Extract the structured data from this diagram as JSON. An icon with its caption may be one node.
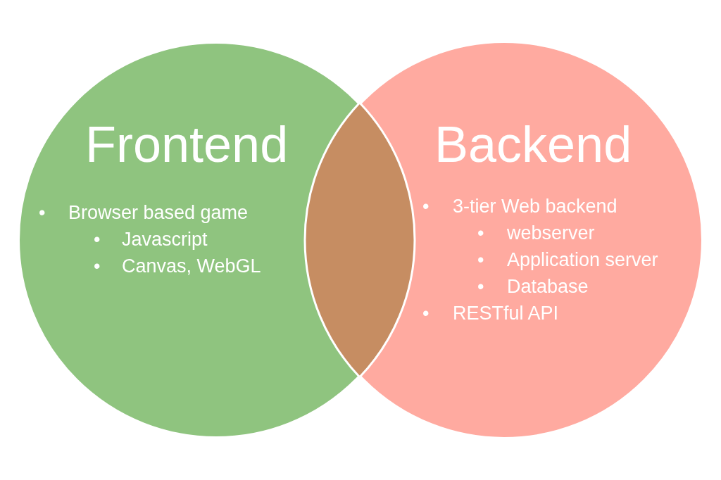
{
  "diagram": {
    "nodes": [
      {
        "text": [
          "Frontend",
          "•",
          "Browser based game",
          "•",
          "Javascript",
          "•",
          "Canvas, WebGL"
        ]
      },
      {
        "text": [
          "Backend",
          "•",
          "3-tier Web backend",
          "•",
          "webserver",
          "•",
          "Application server",
          "•",
          "Database",
          "•",
          "RESTful API"
        ]
      },
      {
        "text": [],
        "shape": "lens"
      }
    ]
  }
}
